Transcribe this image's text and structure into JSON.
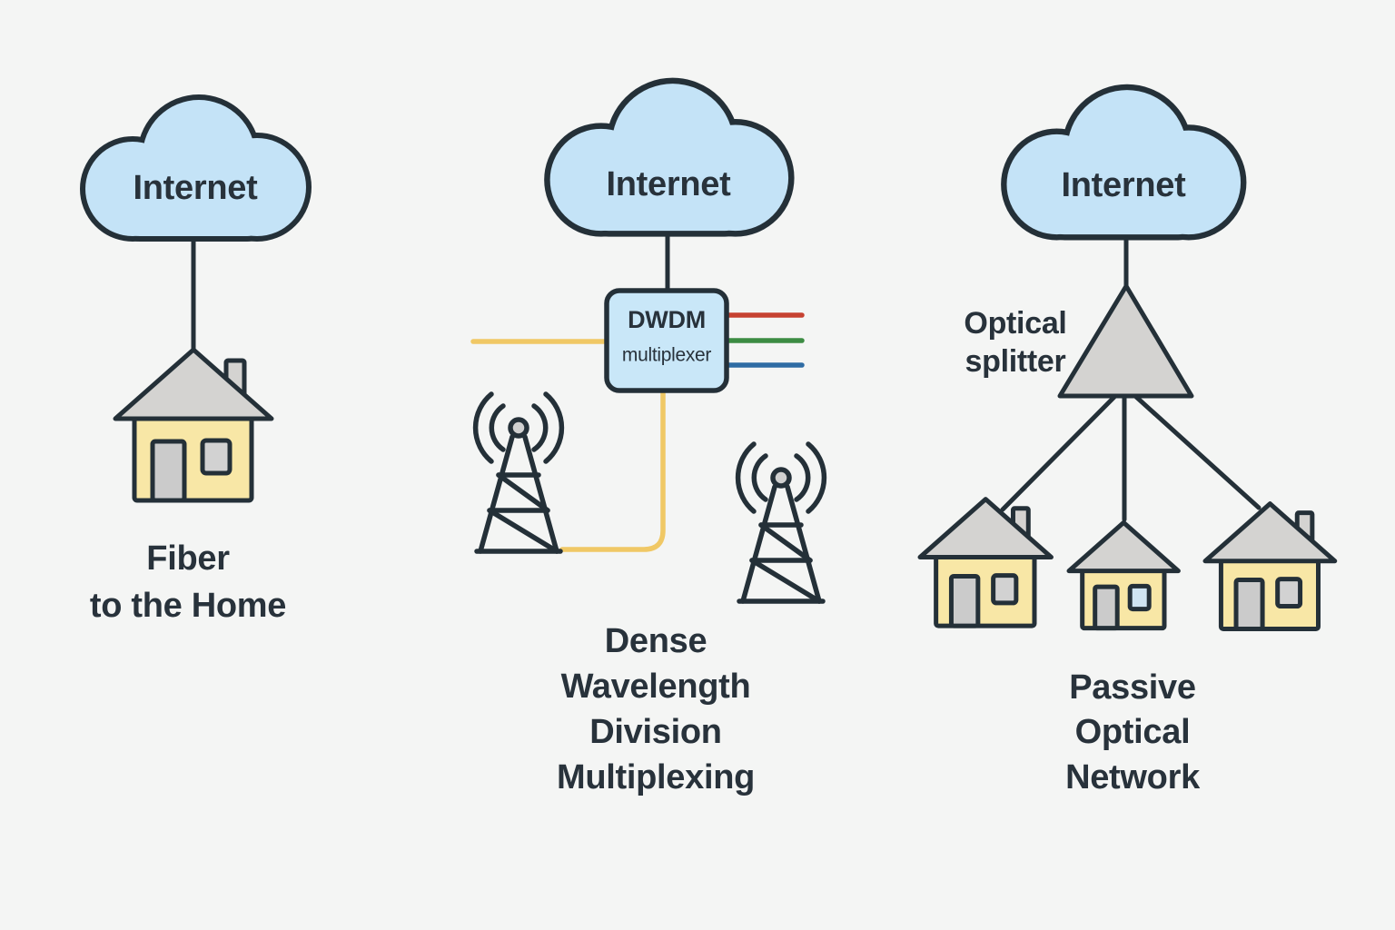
{
  "colors": {
    "background": "#F4F5F4",
    "outline": "#243038",
    "text": "#28323B",
    "cloud_fill": "#C4E3F7",
    "box_fill": "#C9E7F8",
    "house_wall": "#F8E7A6",
    "roof": "#D4D3D1",
    "door": "#CBCBCB",
    "window": "#D2D2D2",
    "window_blue": "#CFE4F2",
    "antenna": "#D0D0D0",
    "fiber_yellow": "#F0C865",
    "lambda_red": "#C64231",
    "lambda_green": "#3C8C43",
    "lambda_blue": "#2F6CA4"
  },
  "sections": {
    "ftth": {
      "cloud_label": "Internet",
      "caption": [
        "Fiber",
        "to the Home"
      ]
    },
    "dwdm": {
      "cloud_label": "Internet",
      "mux_title": "DWDM",
      "mux_subtitle": "multiplexer",
      "caption": [
        "Dense",
        "Wavelength",
        "Division",
        "Multiplexing"
      ]
    },
    "pon": {
      "cloud_label": "Internet",
      "splitter_label": [
        "Optical",
        "splitter"
      ],
      "caption": [
        "Passive",
        "Optical",
        "Network"
      ]
    }
  }
}
